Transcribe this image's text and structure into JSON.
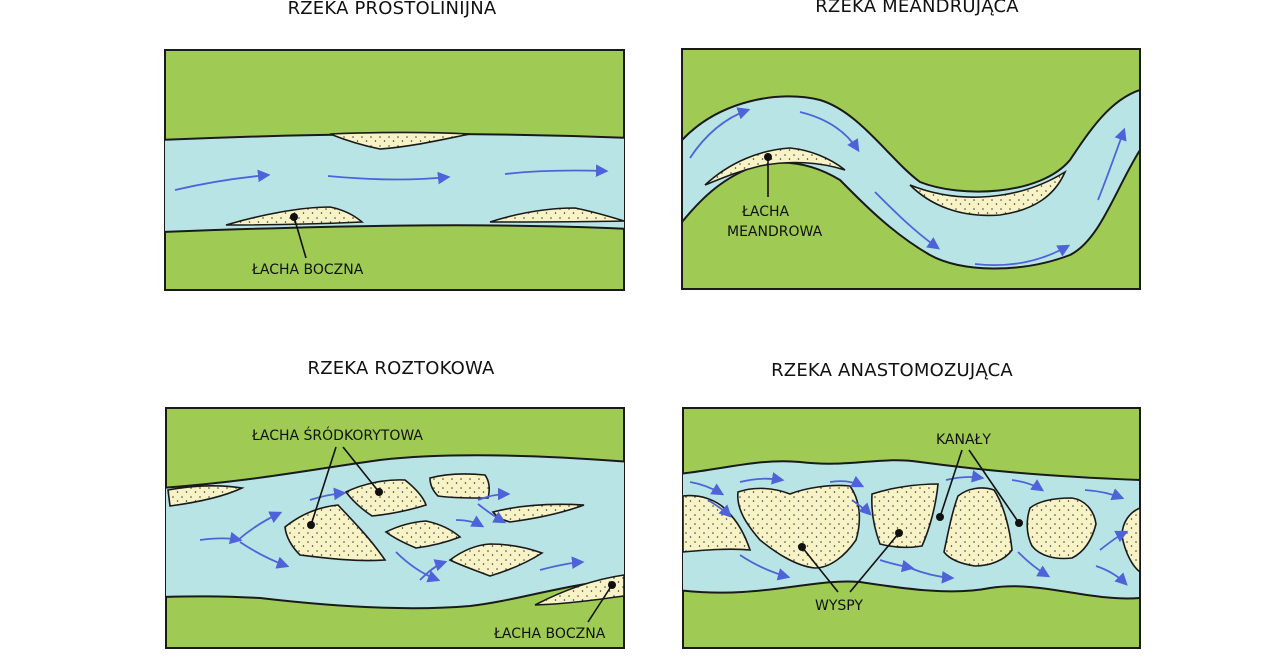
{
  "panels": [
    {
      "title": "RZEKA PROSTOLINIJNA",
      "labels": [
        "ŁACHA BOCZNA"
      ]
    },
    {
      "title": "RZEKA MEANDRUJĄCA",
      "labels": [
        "ŁACHA",
        "MEANDROWA"
      ]
    },
    {
      "title": "RZEKA ROZTOKOWA",
      "labels": [
        "ŁACHA ŚRÓDKORYTOWA",
        "ŁACHA BOCZNA"
      ]
    },
    {
      "title": "RZEKA ANASTOMOZUJĄCA",
      "labels": [
        "KANAŁY",
        "WYSPY"
      ]
    }
  ],
  "colors": {
    "bank": "#9fcb55",
    "water": "#b9e4e6",
    "sand": "#f7f3c6",
    "flow_arrow": "#4f63d8",
    "outline": "#1a1a1a"
  }
}
